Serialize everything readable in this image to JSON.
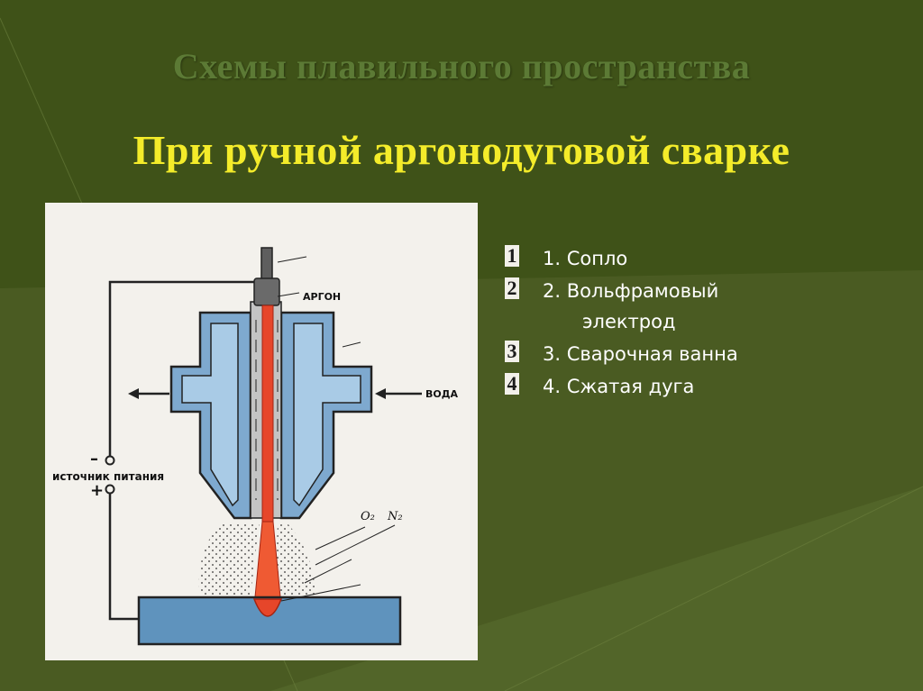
{
  "slide": {
    "title": "Схемы плавильного пространства",
    "subtitle": "При ручной аргонодуговой сварке"
  },
  "diagram": {
    "labels": {
      "argon": "АРГОН",
      "water": "ВОДА",
      "power_source": "источник питания",
      "minus": "–",
      "plus": "+",
      "o2": "O₂",
      "n2": "N₂"
    }
  },
  "legend": {
    "items": [
      {
        "marker": "1",
        "text": "1. Сопло"
      },
      {
        "marker": "2",
        "text": "2. Вольфрамовый",
        "text2": "электрод"
      },
      {
        "marker": "3",
        "text": "3. Сварочная ванна"
      },
      {
        "marker": "4",
        "text": "4. Сжатая дуга"
      }
    ]
  },
  "colors": {
    "background": "#4a5b22",
    "title": "#5c7a35",
    "subtitle": "#f4ec2a",
    "nozzle": "#7ea9cf",
    "electrode": "#e6462a",
    "workpiece": "#5f93bd"
  }
}
